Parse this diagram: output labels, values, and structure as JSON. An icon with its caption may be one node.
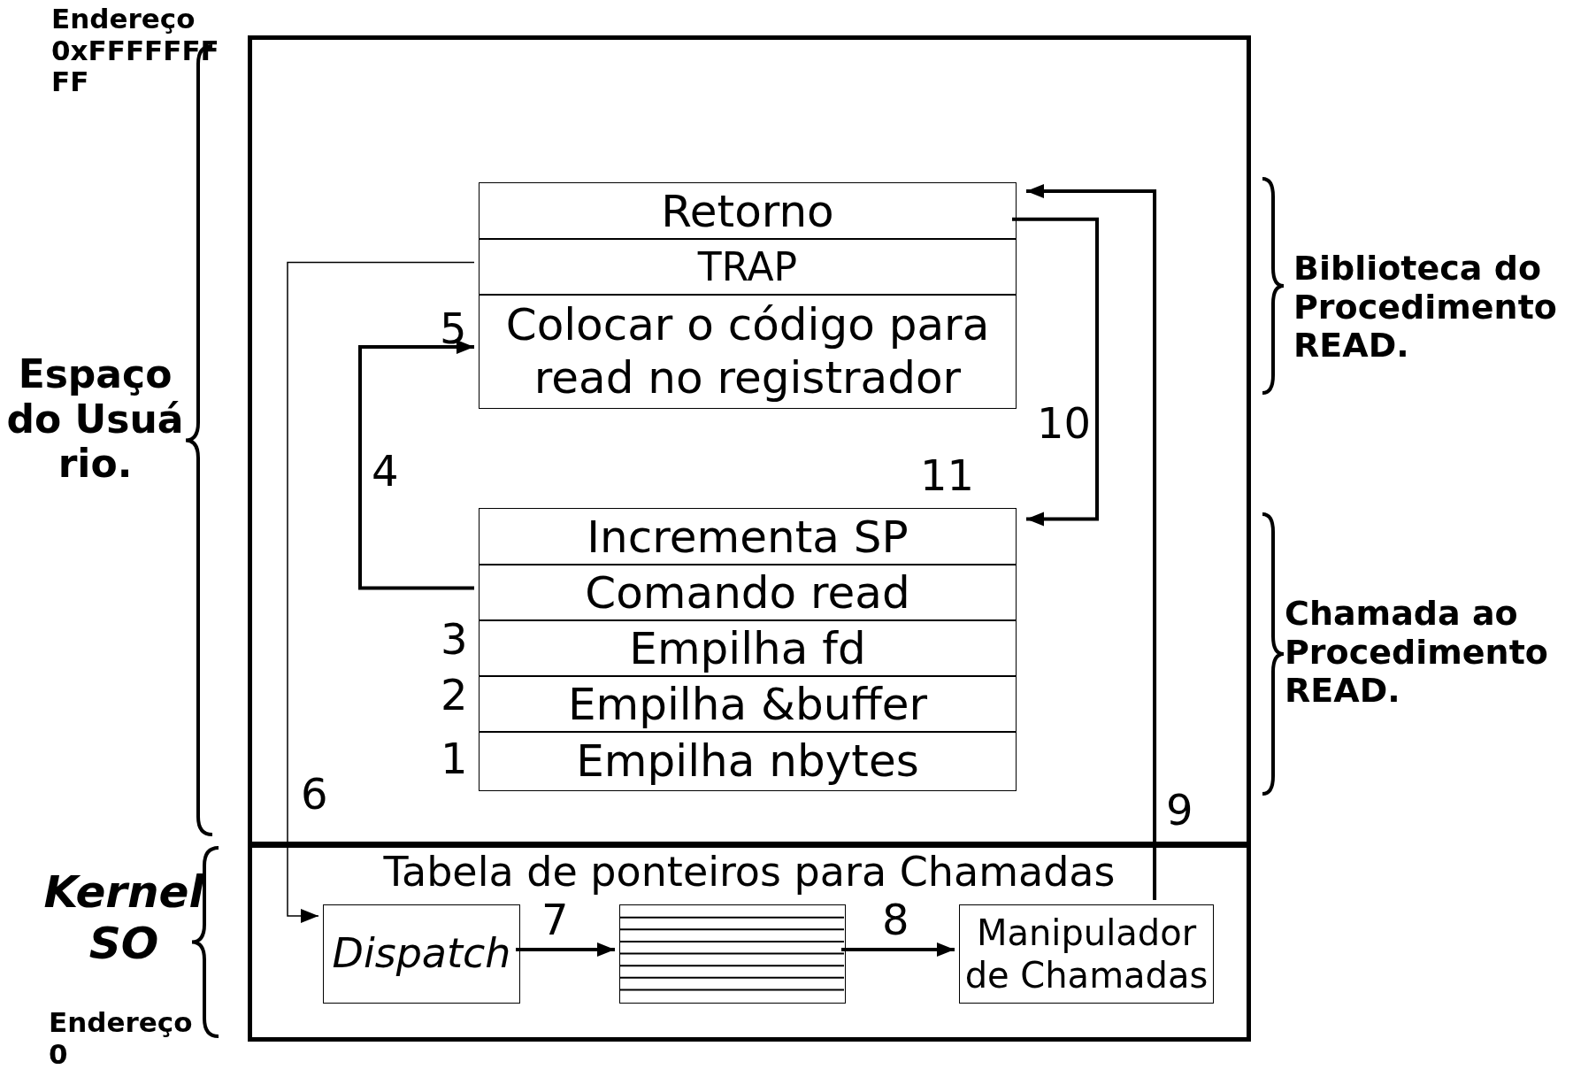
{
  "diagram": {
    "nodes": [
      {
        "text": [],
        "shape": "box"
      },
      {
        "text": [
          "Tabela de ponteiros para Chamadas"
        ]
      },
      {
        "text": [
          "Retorno"
        ],
        "in": 0
      },
      {
        "text": [
          "TRAP"
        ],
        "in": 0
      },
      {
        "text": [
          "Colocar o código para read no registrador"
        ],
        "in": 0,
        "beside": [
          "5"
        ]
      },
      {
        "text": [
          "Incrementa SP"
        ],
        "in": 0,
        "beside": [
          "11"
        ]
      },
      {
        "text": [
          "Comando read"
        ],
        "in": 0
      },
      {
        "text": [
          "Empilha fd"
        ],
        "in": 0,
        "beside": [
          "3"
        ]
      },
      {
        "text": [
          "Empilha &buffer"
        ],
        "in": 0,
        "beside": [
          "2"
        ]
      },
      {
        "text": [
          "Empilha nbytes"
        ],
        "in": 0,
        "beside": [
          "1"
        ]
      },
      {
        "text": [
          "Dispatch"
        ],
        "in": 1
      },
      {
        "text": [],
        "shape": "box",
        "in": 1
      },
      {
        "text": [
          "Manipulador de Chamadas"
        ],
        "in": 1
      }
    ],
    "edges": [
      {
        "from": 6,
        "to": 4,
        "arrow": "to",
        "label": "4"
      },
      {
        "from": 3,
        "to": 10,
        "arrow": "to",
        "label": "6"
      },
      {
        "from": 10,
        "to": 11,
        "arrow": "to",
        "label": "7"
      },
      {
        "from": 11,
        "to": 12,
        "arrow": "to",
        "label": "8"
      },
      {
        "from": 12,
        "to": 2,
        "arrow": "to",
        "label": "9"
      },
      {
        "from": 2,
        "to": 5,
        "arrow": "to",
        "label": "10"
      }
    ],
    "labels": [
      "Endereço 0xFFFFFFFFF",
      "Espaço do Usuário.",
      "Biblioteca do Procedimento READ.",
      "Chamada ao Procedimento READ.",
      "Kernel SO",
      "Endereço 0"
    ]
  }
}
